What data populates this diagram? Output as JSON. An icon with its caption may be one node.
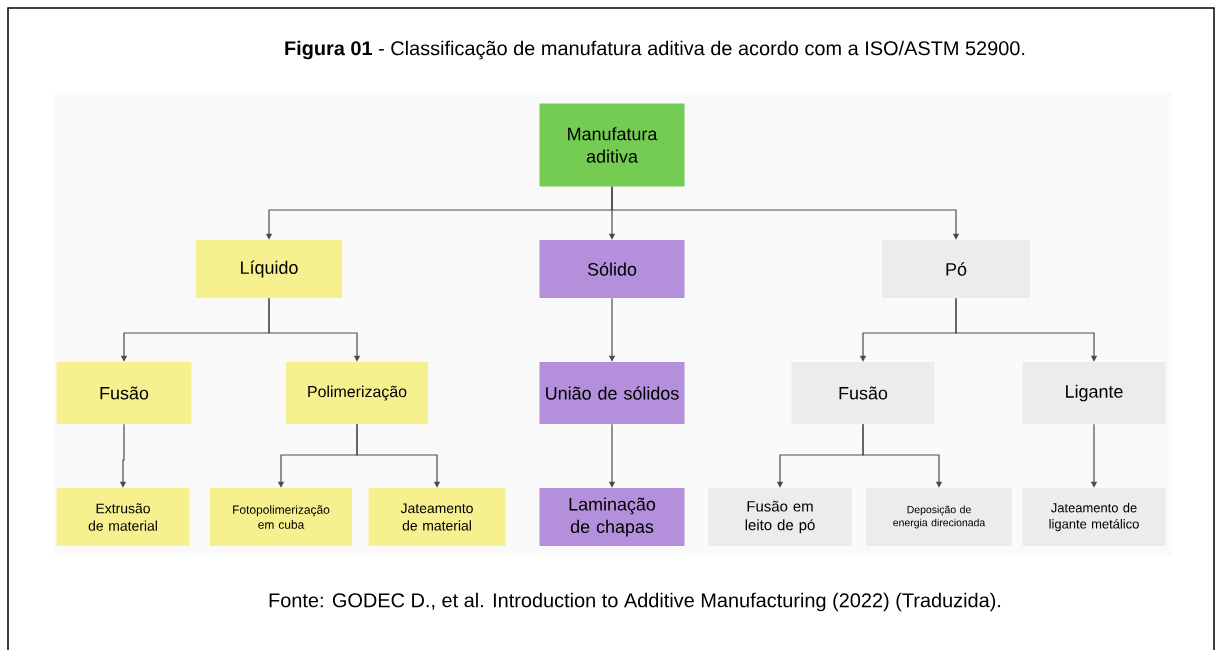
{
  "diagram": {
    "title": "**Figura 01** - Classificação de manufatura aditiva de acordo com a ISO/ASTM 52900.",
    "caption": "Fonte: GODEC D., et al. Introduction to Additive Manufacturing (2022) (Traduzida).",
    "nodes": [
      {
        "text": [
          "Manufatura aditiva"
        ]
      },
      {
        "text": [
          "Líquido"
        ]
      },
      {
        "text": [
          "Sólido"
        ]
      },
      {
        "text": [
          "Pó"
        ]
      },
      {
        "text": [
          "Fusão"
        ]
      },
      {
        "text": [
          "Polimerização"
        ]
      },
      {
        "text": [
          "União de sólidos"
        ]
      },
      {
        "text": [
          "Fusão"
        ]
      },
      {
        "text": [
          "Ligante"
        ]
      },
      {
        "text": [
          "Extrusão de material"
        ]
      },
      {
        "text": [
          "Fotopolimerização em cuba"
        ]
      },
      {
        "text": [
          "Jateamento de material"
        ]
      },
      {
        "text": [
          "Laminação de chapas"
        ]
      },
      {
        "text": [
          "Fusão em leito de pó"
        ]
      },
      {
        "text": [
          "Deposição de energia direcionada"
        ]
      },
      {
        "text": [
          "Jateamento de ligante metálico"
        ]
      }
    ],
    "edges": [
      {
        "from": 0,
        "to": 1,
        "arrow": "to"
      },
      {
        "from": 0,
        "to": 2,
        "arrow": "to"
      },
      {
        "from": 0,
        "to": 3,
        "arrow": "to"
      },
      {
        "from": 1,
        "to": 4,
        "arrow": "to"
      },
      {
        "from": 1,
        "to": 5,
        "arrow": "to"
      },
      {
        "from": 2,
        "to": 6,
        "arrow": "to"
      },
      {
        "from": 3,
        "to": 7,
        "arrow": "to"
      },
      {
        "from": 3,
        "to": 8,
        "arrow": "to"
      },
      {
        "from": 4,
        "to": 9,
        "arrow": "to"
      },
      {
        "from": 5,
        "to": 10,
        "arrow": "to"
      },
      {
        "from": 5,
        "to": 11,
        "arrow": "to"
      },
      {
        "from": 6,
        "to": 12,
        "arrow": "to"
      },
      {
        "from": 7,
        "to": 13,
        "arrow": "to"
      },
      {
        "from": 7,
        "to": 14,
        "arrow": "to"
      },
      {
        "from": 8,
        "to": 15,
        "arrow": "to"
      }
    ]
  }
}
